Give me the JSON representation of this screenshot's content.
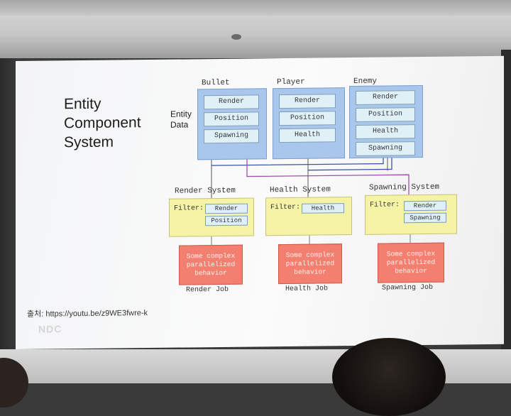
{
  "slide": {
    "title": "Entity Component System",
    "entity_data_label": "Entity Data",
    "entities": [
      {
        "name": "Bullet",
        "components": [
          "Render",
          "Position",
          "Spawning"
        ]
      },
      {
        "name": "Player",
        "components": [
          "Render",
          "Position",
          "Health"
        ]
      },
      {
        "name": "Enemy",
        "components": [
          "Render",
          "Position",
          "Health",
          "Spawning"
        ]
      }
    ],
    "filter_label": "Filter:",
    "systems": [
      {
        "name": "Render System",
        "filters": [
          "Render",
          "Position"
        ],
        "job_text": "Some complex parallelized behavior",
        "job_name": "Render Job"
      },
      {
        "name": "Health System",
        "filters": [
          "Health"
        ],
        "job_text": "Some complex parallelized behavior",
        "job_name": "Health Job"
      },
      {
        "name": "Spawning System",
        "filters": [
          "Render",
          "Spawning"
        ],
        "job_text": "Some complex parallelized behavior",
        "job_name": "Spawning Job"
      }
    ],
    "source": "출처: https://youtu.be/z9WE3fwre-k",
    "logo": "NDC"
  },
  "colors": {
    "entity_box": "#a9c7ec",
    "component_chip": "#dff0f7",
    "system_box": "#f5f3a5",
    "job_box": "#f27f70",
    "wire_blue": "#3a55a8",
    "wire_purple": "#a14fb0",
    "wire_gray": "#555555"
  }
}
